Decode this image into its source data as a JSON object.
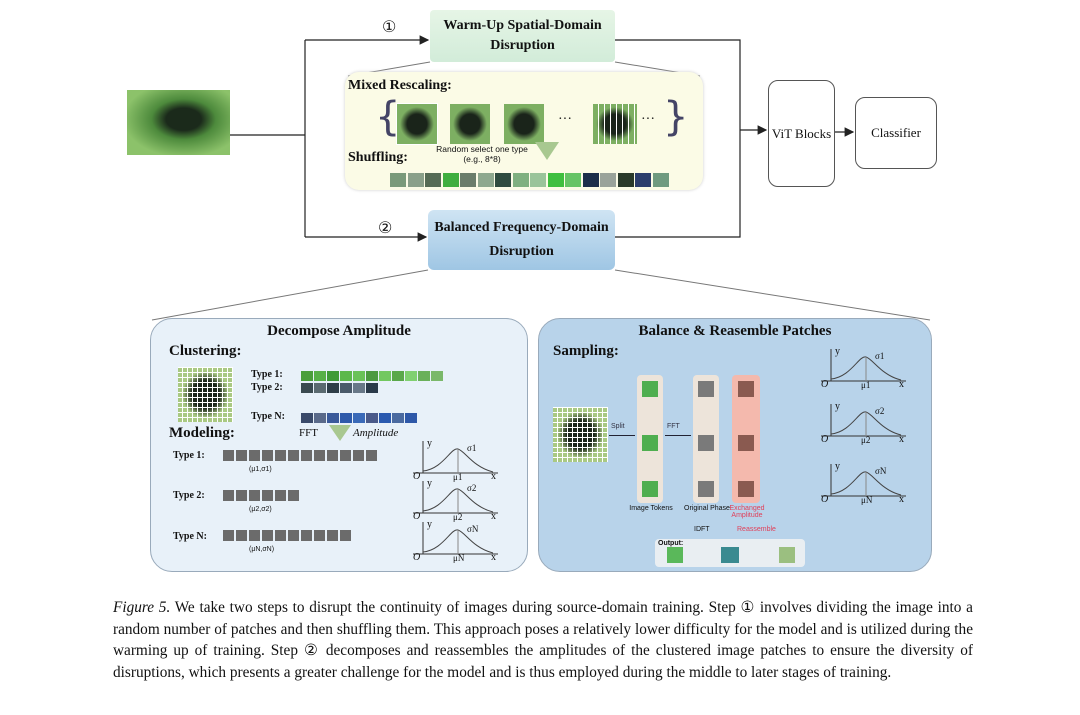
{
  "top": {
    "step1_marker": "①",
    "step2_marker": "②",
    "warmup_box": "Warm-Up Spatial-Domain Disruption",
    "mixed_rescaling_label": "Mixed Rescaling:",
    "random_select": "Random select one type",
    "example": "(e.g., 8*8)",
    "shuffling_label": "Shuffling:",
    "ellipsis": "···",
    "frequency_box": "Balanced Frequency-Domain Disruption",
    "vit_blocks": "ViT Blocks",
    "classifier": "Classifier"
  },
  "left_panel": {
    "title": "Decompose Amplitude",
    "clustering": "Clustering:",
    "types": [
      "Type 1:",
      "Type 2:",
      "Type N:"
    ],
    "modeling": "Modeling:",
    "fft": "FFT",
    "amplitude": "Amplitude",
    "params": [
      "(μ1,σ1)",
      "(μ2,σ2)",
      "(μN,σN)"
    ],
    "curves": [
      {
        "sigma": "σ1",
        "mu": "μ1"
      },
      {
        "sigma": "σ2",
        "mu": "μ2"
      },
      {
        "sigma": "σN",
        "mu": "μN"
      }
    ],
    "axis_y": "y",
    "axis_x": "x",
    "origin": "O"
  },
  "right_panel": {
    "title": "Balance & Reasemble Patches",
    "sampling": "Sampling:",
    "split": "Split",
    "fft": "FFT",
    "image_tokens": "Image Tokens",
    "original_phase": "Original Phase",
    "exchanged_amplitude": "Exchanged Amplitude",
    "idft": "IDFT",
    "reassemble": "Reassemble",
    "output": "Output:",
    "curves": [
      {
        "sigma": "σ1",
        "mu": "μ1"
      },
      {
        "sigma": "σ2",
        "mu": "μ2"
      },
      {
        "sigma": "σN",
        "mu": "μN"
      }
    ],
    "axis_y": "y",
    "axis_x": "x",
    "origin": "O"
  },
  "caption": {
    "label": "Figure 5.",
    "text": " We take two steps to disrupt the continuity of images during source-domain training. Step ① involves dividing the image into a random number of patches and then shuffling them. This approach poses a relatively lower difficulty for the model and is utilized during the warming up of training. Step ② decomposes and reassembles the amplitudes of the clustered image patches to ensure the diversity of disruptions, which presents a greater challenge for the model and is thus employed during the middle to later stages of training."
  },
  "colors": {
    "warmup": "#d8efdc",
    "frequency": "#a9cce6",
    "left_panel": "#e8f1f9",
    "right_panel": "#b8d3ea",
    "exchanged": "#f4b9ad"
  }
}
